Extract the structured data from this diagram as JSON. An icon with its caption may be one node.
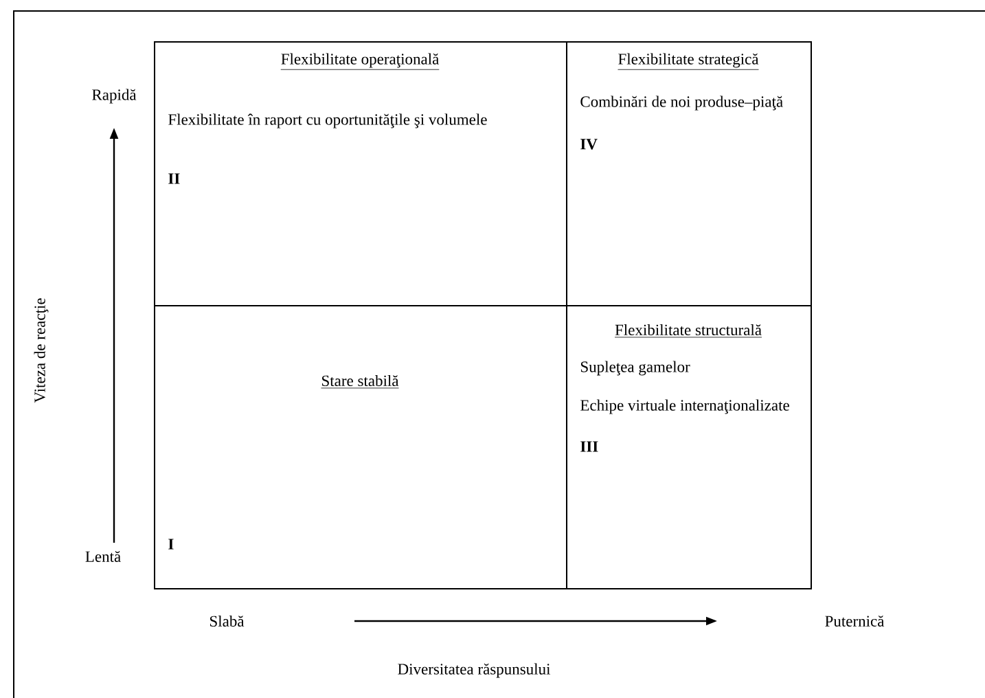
{
  "diagram": {
    "nodes": [
      {
        "text": [
          "Flexibilitate operaţională",
          "Flexibilitate în raport cu oportunităţile şi volumele",
          "II"
        ]
      },
      {
        "text": [
          "Flexibilitate strategică",
          "Combinări de noi produse–piaţă",
          "IV"
        ]
      },
      {
        "text": [
          "Stare stabilă",
          "I"
        ]
      },
      {
        "text": [
          "Flexibilitate structurală",
          "Supleţea gamelor",
          "Echipe virtuale internaţionalizate",
          "III"
        ]
      }
    ],
    "labels": [
      "Viteza de reacţie",
      "Rapidă",
      "Lentă",
      "Slabă",
      "Puternică",
      "Diversitatea răspunsului"
    ]
  }
}
